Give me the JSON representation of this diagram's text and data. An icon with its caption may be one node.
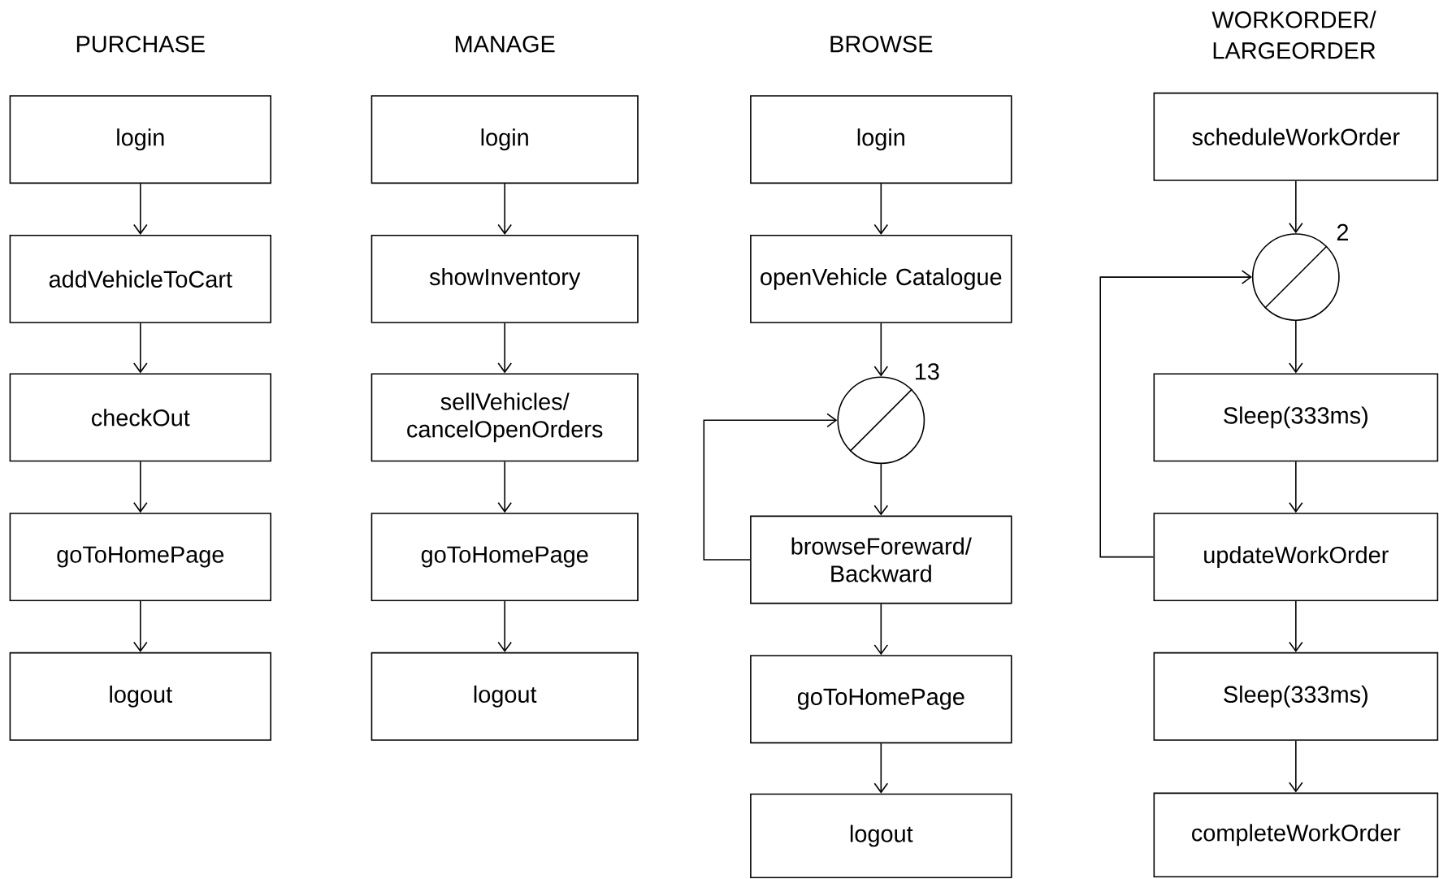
{
  "diagram": {
    "nodes": [
      {
        "text": [
          "login"
        ]
      },
      {
        "text": [
          "addVehicleToCart"
        ]
      },
      {
        "text": [
          "checkOut"
        ]
      },
      {
        "text": [
          "goToHomePage"
        ]
      },
      {
        "text": [
          "logout"
        ]
      },
      {
        "text": [
          "login"
        ]
      },
      {
        "text": [
          "showInventory"
        ]
      },
      {
        "text": [
          "sellVehicles/ cancelOpenOrders"
        ]
      },
      {
        "text": [
          "goToHomePage"
        ]
      },
      {
        "text": [
          "logout"
        ]
      },
      {
        "text": [
          "login"
        ]
      },
      {
        "text": [
          "openVehicle Catalogue"
        ]
      },
      {
        "text": [],
        "shape": "circle",
        "beside": [
          "13"
        ]
      },
      {
        "text": [
          "browseForeward/ Backward"
        ]
      },
      {
        "text": [
          "goToHomePage"
        ]
      },
      {
        "text": [
          "logout"
        ]
      },
      {
        "text": [
          "scheduleWorkOrder"
        ]
      },
      {
        "text": [],
        "shape": "circle",
        "beside": [
          "2"
        ]
      },
      {
        "text": [
          "Sleep(333ms)"
        ]
      },
      {
        "text": [
          "updateWorkOrder"
        ]
      },
      {
        "text": [
          "Sleep(333ms)"
        ]
      },
      {
        "text": [
          "completeWorkOrder"
        ]
      }
    ],
    "edges": [
      {
        "from": 0,
        "to": 1,
        "arrow": "to"
      },
      {
        "from": 1,
        "to": 2,
        "arrow": "to"
      },
      {
        "from": 2,
        "to": 3,
        "arrow": "to"
      },
      {
        "from": 3,
        "to": 4,
        "arrow": "to"
      },
      {
        "from": 5,
        "to": 6,
        "arrow": "to"
      },
      {
        "from": 6,
        "to": 7,
        "arrow": "to"
      },
      {
        "from": 7,
        "to": 8,
        "arrow": "to"
      },
      {
        "from": 8,
        "to": 9,
        "arrow": "to"
      },
      {
        "from": 10,
        "to": 11,
        "arrow": "to"
      },
      {
        "from": 11,
        "to": 12,
        "arrow": "to"
      },
      {
        "from": 12,
        "to": 13,
        "arrow": "to"
      },
      {
        "from": 13,
        "to": 14,
        "arrow": "to"
      },
      {
        "from": 14,
        "to": 15,
        "arrow": "to"
      },
      {
        "from": 13,
        "to": 12,
        "arrow": "to"
      },
      {
        "from": 16,
        "to": 17,
        "arrow": "to"
      },
      {
        "from": 17,
        "to": 18,
        "arrow": "to"
      },
      {
        "from": 18,
        "to": 19,
        "arrow": "to"
      },
      {
        "from": 19,
        "to": 20,
        "arrow": "to"
      },
      {
        "from": 20,
        "to": 21,
        "arrow": "to"
      },
      {
        "from": 19,
        "to": 17,
        "arrow": "to"
      }
    ],
    "labels": [
      "PURCHASE",
      "MANAGE",
      "BROWSE",
      "WORKORDER/ LARGEORDER"
    ]
  }
}
